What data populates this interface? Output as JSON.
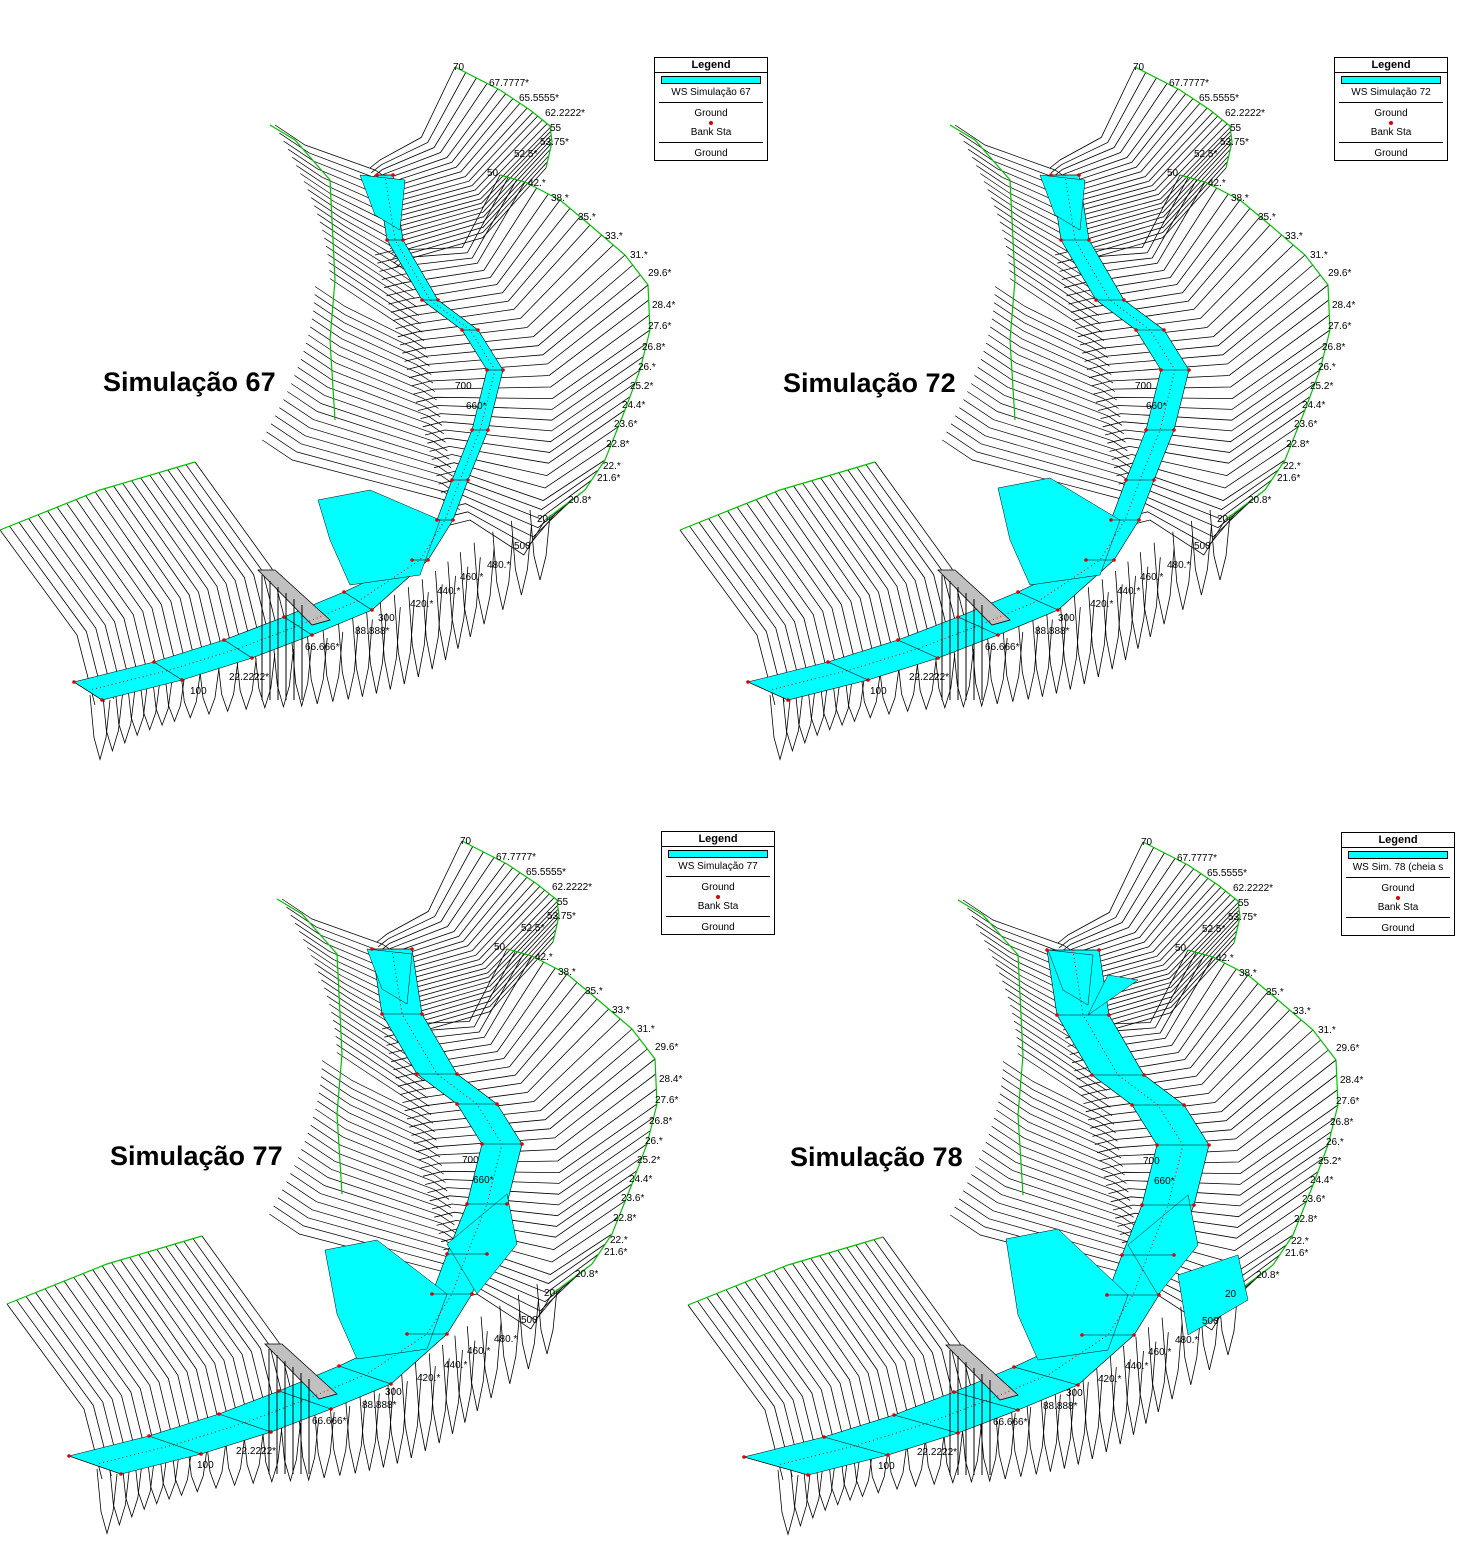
{
  "panels": [
    {
      "title": "Simulação 67",
      "legend": {
        "header": "Legend",
        "ws": "WS Simulação 67",
        "ground": "Ground",
        "bank": "Bank Sta",
        "ground2": "Ground"
      },
      "flow_level": 0
    },
    {
      "title": "Simulação 72",
      "legend": {
        "header": "Legend",
        "ws": "WS Simulação 72",
        "ground": "Ground",
        "bank": "Bank Sta",
        "ground2": "Ground"
      },
      "flow_level": 1
    },
    {
      "title": "Simulação 77",
      "legend": {
        "header": "Legend",
        "ws": "WS Simulação 77",
        "ground": "Ground",
        "bank": "Bank Sta",
        "ground2": "Ground"
      },
      "flow_level": 2
    },
    {
      "title": "Simulação 78",
      "legend": {
        "header": "Legend",
        "ws": "WS Sim. 78 (cheia s",
        "ground": "Ground",
        "bank": "Bank Sta",
        "ground2": "Ground"
      },
      "flow_level": 3
    }
  ],
  "upper_station_labels": [
    "70",
    "67.7777*",
    "65.5555*",
    "62.2222*",
    "55",
    "53.75*",
    "52.5*"
  ],
  "right_station_labels": [
    "50",
    "42.*",
    "38.*",
    "35.*",
    "33.*",
    "31.*",
    "29.6*",
    "28.4*",
    "27.6*",
    "26.8*",
    "26.*",
    "25.2*",
    "24.4*",
    "23.6*",
    "22.8*",
    "22.*",
    "21.6*",
    "20.8*",
    "20"
  ],
  "main_station_labels": [
    "700",
    "660*",
    "500",
    "480.*",
    "460.*",
    "440.*",
    "420.*",
    "300",
    "88.888*",
    "66.666*",
    "22.2222*",
    "100"
  ],
  "colors": {
    "water": "#00ffff",
    "ground": "#000000",
    "bank": "#e00000",
    "reach": "#00c000",
    "bridge": "#c0c0c0"
  }
}
